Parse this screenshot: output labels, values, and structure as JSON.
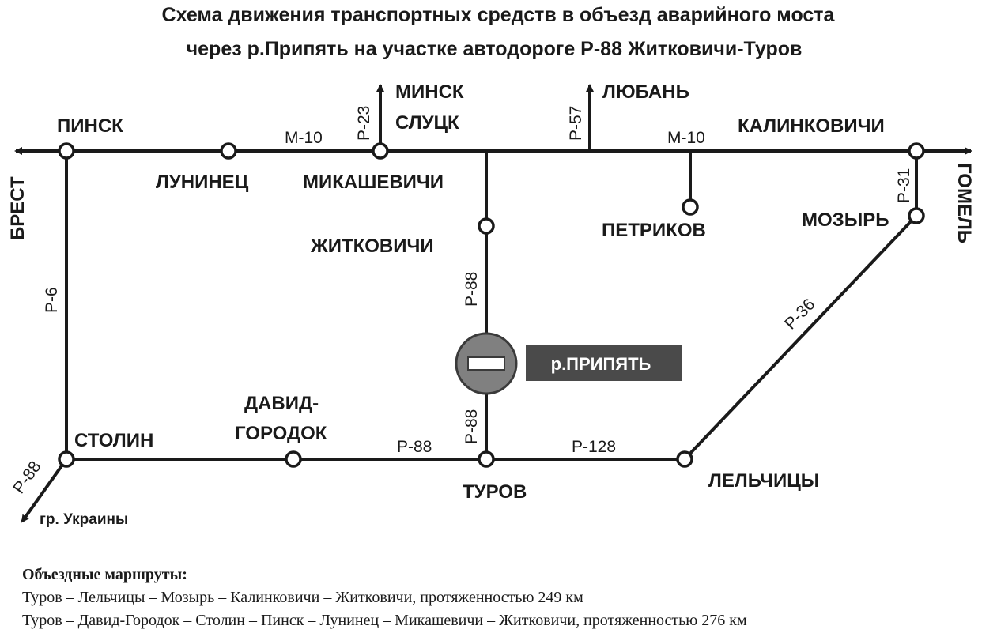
{
  "title": {
    "line1": "Схема движения транспортных средств в объезд аварийного моста",
    "line2": "через р.Припять на участке автодороге Р-88 Житковичи-Туров"
  },
  "cities": {
    "pinsk": "ПИНСК",
    "luninets": "ЛУНИНЕЦ",
    "mikashevichi": "МИКАШЕВИЧИ",
    "minsk": "МИНСК",
    "slutsk": "СЛУЦК",
    "luban": "ЛЮБАНЬ",
    "kalinkovichi": "КАЛИНКОВИЧИ",
    "petrikov": "ПЕТРИКОВ",
    "mozyr": "МОЗЫРЬ",
    "zhitkovichi": "ЖИТКОВИЧИ",
    "david_1": "ДАВИД-",
    "david_2": "ГОРОДОК",
    "stolin": "СТОЛИН",
    "turov": "ТУРОВ",
    "lelchitsy": "ЛЕЛЬЧИЦЫ"
  },
  "directions": {
    "brest": "БРЕСТ",
    "gomel": "ГОМЕЛЬ",
    "ukraine": "гр. Украины"
  },
  "roads": {
    "m10_west": "М-10",
    "m10_east": "М-10",
    "p23": "Р-23",
    "p57": "Р-57",
    "p31": "Р-31",
    "p6": "Р-6",
    "p88_north": "Р-88",
    "p88_south": "Р-88",
    "p88_horizontal": "Р-88",
    "p88_ukraine": "Р-88",
    "p128": "Р-128",
    "p36": "Р-36"
  },
  "closure": {
    "river_label": "р.ПРИПЯТЬ",
    "sign_icon": "no-entry-icon",
    "sign_color": "#808080",
    "label_bg": "#4a4a4a"
  },
  "detours": {
    "heading": "Объездные маршруты:",
    "routes": [
      "Туров – Лельчицы – Мозырь – Калинковичи – Житковичи, протяженностью 249 км",
      "Туров – Давид-Городок – Столин – Пинск – Лунинец – Микашевичи – Житковичи, протяженностью 276 км"
    ]
  }
}
